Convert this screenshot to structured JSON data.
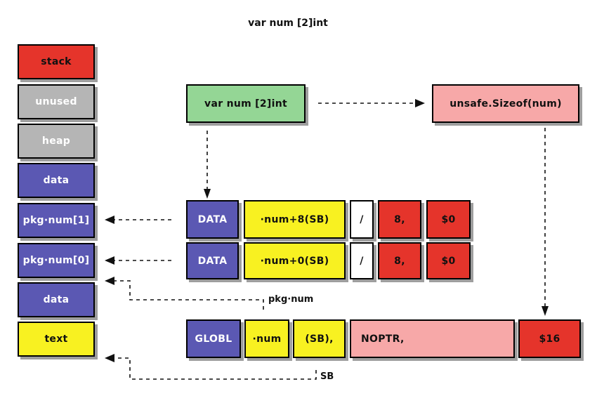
{
  "title": "var num [2]int",
  "memory_segments": [
    {
      "label": "stack",
      "color": "#e5342b",
      "text_color": "#111111"
    },
    {
      "label": "unused",
      "color": "#b5b5b5",
      "text_color": "#ffffff"
    },
    {
      "label": "heap",
      "color": "#b5b5b5",
      "text_color": "#ffffff"
    },
    {
      "label": "data",
      "color": "#5b58b3",
      "text_color": "#ffffff"
    },
    {
      "label": "pkg·num[1]",
      "color": "#5b58b3",
      "text_color": "#ffffff"
    },
    {
      "label": "pkg·num[0]",
      "color": "#5b58b3",
      "text_color": "#ffffff"
    },
    {
      "label": "data",
      "color": "#5b58b3",
      "text_color": "#ffffff"
    },
    {
      "label": "text",
      "color": "#f8f121",
      "text_color": "#111111"
    }
  ],
  "declaration_box": {
    "label": "var num [2]int",
    "color": "#94d695"
  },
  "sizeof_box": {
    "label": "unsafe.Sizeof(num)",
    "color": "#f7a8a8"
  },
  "data_rows": [
    {
      "directive": "DATA",
      "address": "·num+8(SB)",
      "separator": "/",
      "size": "8,",
      "value": "$0"
    },
    {
      "directive": "DATA",
      "address": "·num+0(SB)",
      "separator": "/",
      "size": "8,",
      "value": "$0"
    }
  ],
  "globl_row": {
    "directive": "GLOBL",
    "symbol": "·num",
    "sb": "(SB),",
    "flags": "NOPTR,",
    "size": "$16"
  },
  "annotations": {
    "pkg_num_label": "pkg·num",
    "sb_label": "SB"
  },
  "colors": {
    "red": "#e5342b",
    "gray": "#b5b5b5",
    "blue": "#5b58b3",
    "green": "#94d695",
    "yellow": "#f8f121",
    "pink": "#f7a8a8",
    "white": "#ffffff",
    "shadow": "#9e9e9e",
    "connector": "#111111",
    "background": "#ffffff"
  }
}
